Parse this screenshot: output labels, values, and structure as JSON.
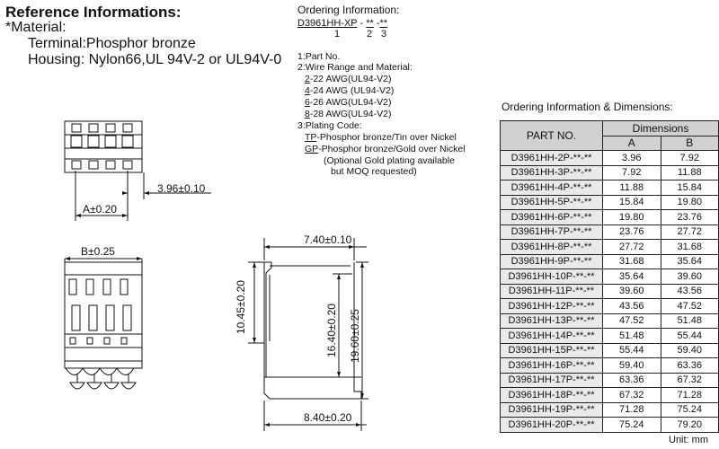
{
  "reference": {
    "title": "Reference Informations:",
    "material_heading": "*Material:",
    "terminal": "Terminal:Phosphor bronze",
    "housing": "Housing: Nylon66,UL 94V-2 or UL94V-0"
  },
  "ordering": {
    "title": "Ordering Information:",
    "code_base": "D3961HH-XP",
    "code_dash1": " - ",
    "code_part2": "**",
    "code_dash2": " -",
    "code_part3": "**",
    "index1": "1",
    "index2": "2",
    "index3": "3",
    "notes": {
      "part_no": "1:Part No.",
      "wire_heading": "2:Wire Range and Material:",
      "wire": [
        {
          "code": "2",
          "text": "-22 AWG(UL94-V2)"
        },
        {
          "code": "4",
          "text": "-24 AWG (UL94-V2)"
        },
        {
          "code": "6",
          "text": "-26 AWG(UL94-V2)"
        },
        {
          "code": "8",
          "text": "-28 AWG(UL94-V2)"
        }
      ],
      "plating_heading": "3:Plating Code:",
      "plating": [
        {
          "code": "TP",
          "text": "-Phosphor bronze/Tin over Nickel"
        },
        {
          "code": "GP",
          "text": "-Phosphor bronze/Gold over Nickel"
        }
      ],
      "optional1": "(Optional Gold plating available",
      "optional2": "but MOQ requested)"
    }
  },
  "dims": {
    "pitch": "3.96±0.10",
    "a": "A±0.20",
    "b": "B±0.25",
    "width_top": "7.40±0.10",
    "h1": "10.45±0.20",
    "h2": "16.40±0.20",
    "h3": "19.60±0.25",
    "width_bottom": "8.40±0.20"
  },
  "table": {
    "caption": "Ordering Information & Dimensions:",
    "col_part": "PART NO.",
    "col_dims": "Dimensions",
    "col_a": "A",
    "col_b": "B",
    "rows": [
      {
        "part": "D3961HH-2P-**-**",
        "a": "3.96",
        "b": "7.92"
      },
      {
        "part": "D3961HH-3P-**-**",
        "a": "7.92",
        "b": "11.88"
      },
      {
        "part": "D3961HH-4P-**-**",
        "a": "11.88",
        "b": "15.84"
      },
      {
        "part": "D3961HH-5P-**-**",
        "a": "15.84",
        "b": "19.80"
      },
      {
        "part": "D3961HH-6P-**-**",
        "a": "19.80",
        "b": "23.76"
      },
      {
        "part": "D3961HH-7P-**-**",
        "a": "23.76",
        "b": "27.72"
      },
      {
        "part": "D3961HH-8P-**-**",
        "a": "27.72",
        "b": "31.68"
      },
      {
        "part": "D3961HH-9P-**-**",
        "a": "31.68",
        "b": "35.64"
      },
      {
        "part": "D3961HH-10P-**-**",
        "a": "35.64",
        "b": "39.60"
      },
      {
        "part": "D3961HH-11P-**-**",
        "a": "39.60",
        "b": "43.56"
      },
      {
        "part": "D3961HH-12P-**-**",
        "a": "43.56",
        "b": "47.52"
      },
      {
        "part": "D3961HH-13P-**-**",
        "a": "47.52",
        "b": "51.48"
      },
      {
        "part": "D3961HH-14P-**-**",
        "a": "51.48",
        "b": "55.44"
      },
      {
        "part": "D3961HH-15P-**-**",
        "a": "55.44",
        "b": "59.40"
      },
      {
        "part": "D3961HH-16P-**-**",
        "a": "59.40",
        "b": "63.36"
      },
      {
        "part": "D3961HH-17P-**-**",
        "a": "63.36",
        "b": "67.32"
      },
      {
        "part": "D3961HH-18P-**-**",
        "a": "67.32",
        "b": "71.28"
      },
      {
        "part": "D3961HH-19P-**-**",
        "a": "71.28",
        "b": "75.24"
      },
      {
        "part": "D3961HH-20P-**-**",
        "a": "75.24",
        "b": "79.20"
      }
    ],
    "unit": "Unit: mm"
  }
}
